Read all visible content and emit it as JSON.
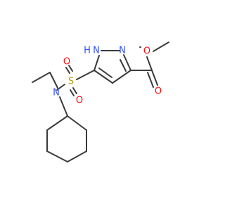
{
  "molecule": {
    "atoms": {
      "N_pyrazole_H": {
        "label": "N",
        "color": "#3050F8"
      },
      "H_on_N": {
        "label": "H",
        "color": "#3050F8"
      },
      "N_pyrazole": {
        "label": "N",
        "color": "#3050F8"
      },
      "S_sulfonyl": {
        "label": "S",
        "color": "#B8A000"
      },
      "O_sulfonyl_top": {
        "label": "O",
        "color": "#FF0D0D"
      },
      "O_sulfonyl_bottom": {
        "label": "O",
        "color": "#FF0D0D"
      },
      "N_sulfonamide": {
        "label": "N",
        "color": "#3050F8"
      },
      "O_ester_ether": {
        "label": "O",
        "color": "#FF0D0D"
      },
      "O_ester_carbonyl": {
        "label": "O",
        "color": "#FF0D0D"
      }
    },
    "bond_color": "#3a3a3a"
  }
}
